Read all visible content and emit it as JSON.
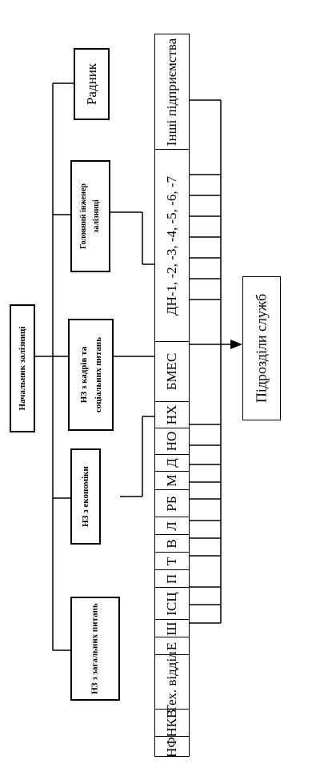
{
  "head": "Начальник залізниці",
  "deputies": {
    "food": "НЗ з загальних питань",
    "economics": "НЗ з економіки",
    "personnel_line1": "НЗ з кадрів та",
    "personnel_line2": "соціальних питань",
    "chief_engineer_line1": "Головний інженер",
    "chief_engineer_line2": "залізниці"
  },
  "advisor": "Радник",
  "departments": [
    "НФ",
    "НКВ",
    "Тех. відділ",
    "Е",
    "Ш",
    "ІСЦ",
    "П",
    "Т",
    "В",
    "Л",
    "РБ",
    "М",
    "Д",
    "НО",
    "НХ",
    "БМЕС",
    "ДН-1, -2, -3, -4, -5, -6, -7",
    "Інші підприємства"
  ],
  "services_unit": "Підрозділи служб"
}
